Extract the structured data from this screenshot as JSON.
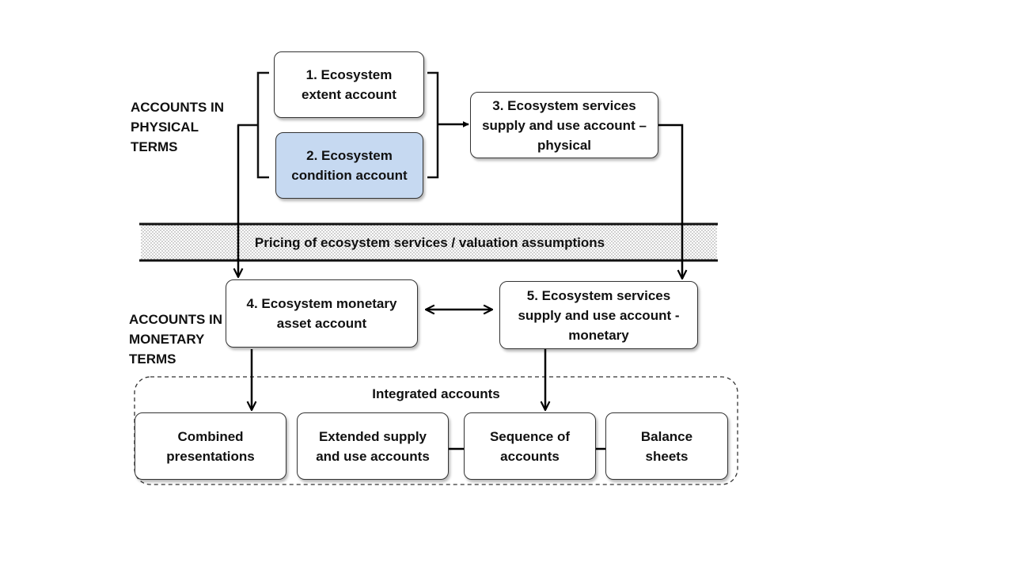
{
  "labels": {
    "physical": [
      "ACCOUNTS IN",
      "PHYSICAL",
      "TERMS"
    ],
    "monetary": [
      "ACCOUNTS IN",
      "MONETARY",
      "TERMS"
    ]
  },
  "boxes": {
    "extent": [
      "1. Ecosystem",
      "extent account"
    ],
    "condition": [
      "2. Ecosystem",
      "condition account"
    ],
    "services_physical": [
      "3. Ecosystem services",
      "supply and use account –",
      "physical"
    ],
    "monetary_asset": [
      "4. Ecosystem monetary",
      "asset account"
    ],
    "services_monetary": [
      "5. Ecosystem services",
      "supply and use account -",
      "monetary"
    ],
    "combined": [
      "Combined",
      "presentations"
    ],
    "extended": [
      "Extended supply",
      "and use accounts"
    ],
    "sequence": [
      "Sequence of",
      "accounts"
    ],
    "balance": [
      "Balance",
      "sheets"
    ]
  },
  "valuation_band": "Pricing of ecosystem services / valuation assumptions",
  "integrated_title": "Integrated accounts",
  "colors": {
    "highlight_fill": "#c6d9f1",
    "border": "#333333",
    "arrow": "#000000"
  }
}
